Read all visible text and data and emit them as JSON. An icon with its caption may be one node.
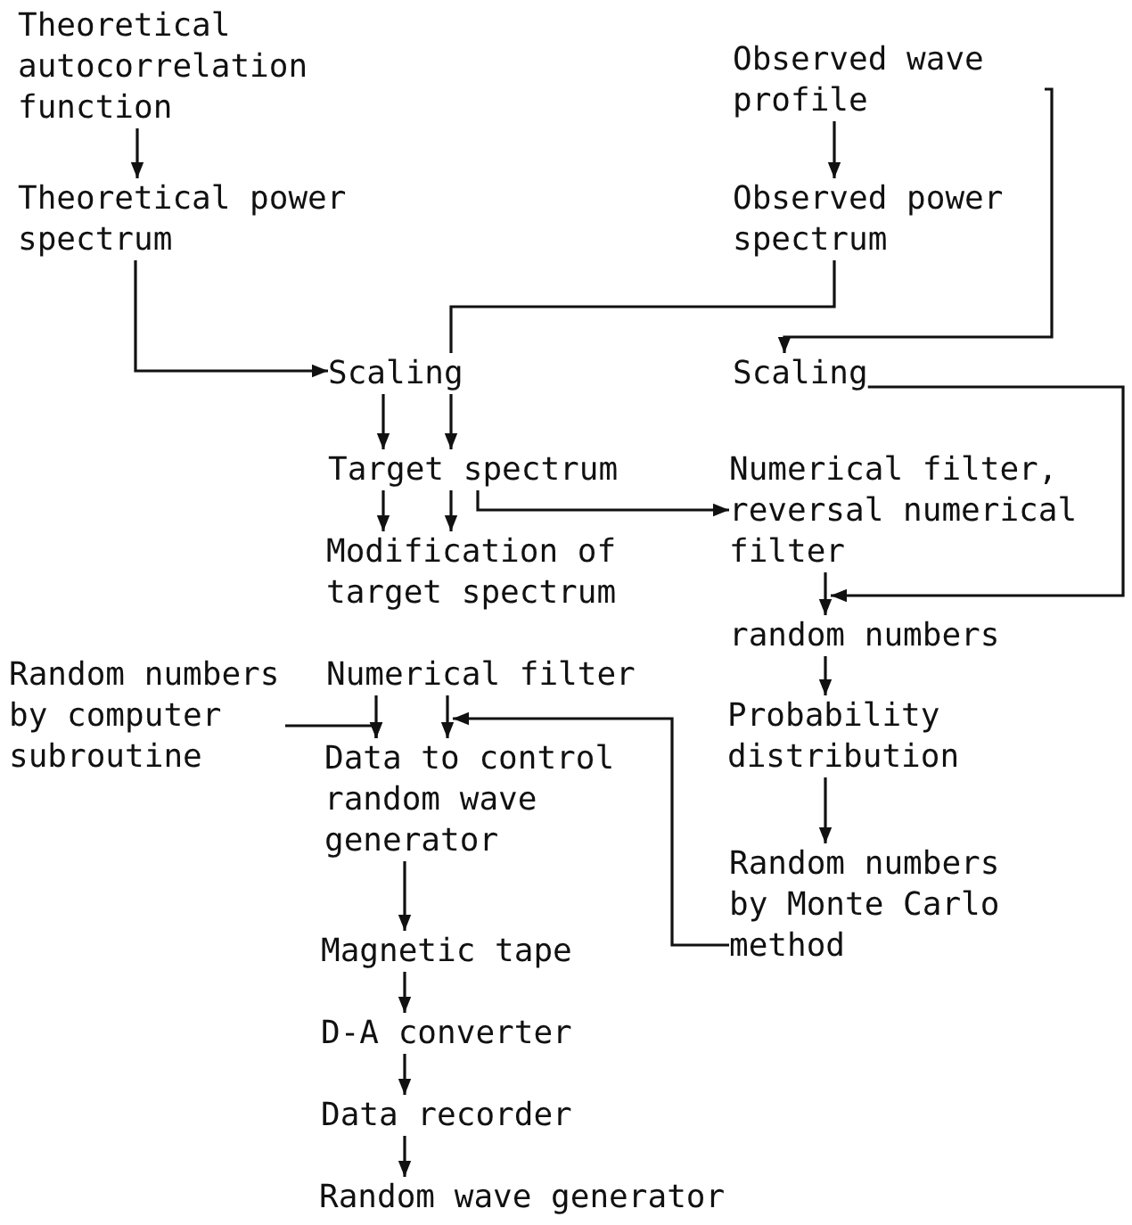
{
  "diagram": {
    "nodes": [
      {
        "text": [
          "Theoretical autocorrelation function"
        ]
      },
      {
        "text": [
          "Theoretical power spectrum"
        ]
      },
      {
        "text": [
          "Observed wave profile"
        ]
      },
      {
        "text": [
          "Observed power spectrum"
        ]
      },
      {
        "text": [
          "Scaling"
        ]
      },
      {
        "text": [
          "Scaling"
        ]
      },
      {
        "text": [
          "Target spectrum"
        ]
      },
      {
        "text": [
          "Numerical filter, reversal numerical filter"
        ]
      },
      {
        "text": [
          "Modification of target spectrum"
        ]
      },
      {
        "text": [
          "random numbers"
        ]
      },
      {
        "text": [
          "Random numbers by computer subroutine"
        ]
      },
      {
        "text": [
          "Numerical filter"
        ]
      },
      {
        "text": [
          "Probability distribution"
        ]
      },
      {
        "text": [
          "Data to control random wave generator"
        ]
      },
      {
        "text": [
          "Random numbers by Monte Carlo method"
        ]
      },
      {
        "text": [
          "Magnetic tape"
        ]
      },
      {
        "text": [
          "D-A converter"
        ]
      },
      {
        "text": [
          "Data recorder"
        ]
      },
      {
        "text": [
          "Random wave generator"
        ]
      }
    ],
    "edges": [
      {
        "from": 0,
        "to": 1,
        "arrow": "to"
      },
      {
        "from": 2,
        "to": 3,
        "arrow": "to"
      },
      {
        "from": 1,
        "to": 4,
        "arrow": "to"
      },
      {
        "from": 3,
        "to": 4,
        "arrow": "none"
      },
      {
        "from": 2,
        "to": 5,
        "arrow": "to"
      },
      {
        "from": 4,
        "to": 6,
        "arrow": "to"
      },
      {
        "from": 4,
        "to": 6,
        "arrow": "to"
      },
      {
        "from": 6,
        "to": 8,
        "arrow": "to"
      },
      {
        "from": 6,
        "to": 8,
        "arrow": "to"
      },
      {
        "from": 6,
        "to": 7,
        "arrow": "to"
      },
      {
        "from": 7,
        "to": 9,
        "arrow": "to"
      },
      {
        "from": 5,
        "to": 9,
        "arrow": "to"
      },
      {
        "from": 9,
        "to": 12,
        "arrow": "to"
      },
      {
        "from": 12,
        "to": 14,
        "arrow": "to"
      },
      {
        "from": 10,
        "to": 13,
        "arrow": "to"
      },
      {
        "from": 11,
        "to": 13,
        "arrow": "to"
      },
      {
        "from": 11,
        "to": 13,
        "arrow": "to"
      },
      {
        "from": 14,
        "to": 13,
        "arrow": "to"
      },
      {
        "from": 13,
        "to": 15,
        "arrow": "to"
      },
      {
        "from": 15,
        "to": 16,
        "arrow": "to"
      },
      {
        "from": 16,
        "to": 17,
        "arrow": "to"
      },
      {
        "from": 17,
        "to": 18,
        "arrow": "to"
      }
    ]
  }
}
